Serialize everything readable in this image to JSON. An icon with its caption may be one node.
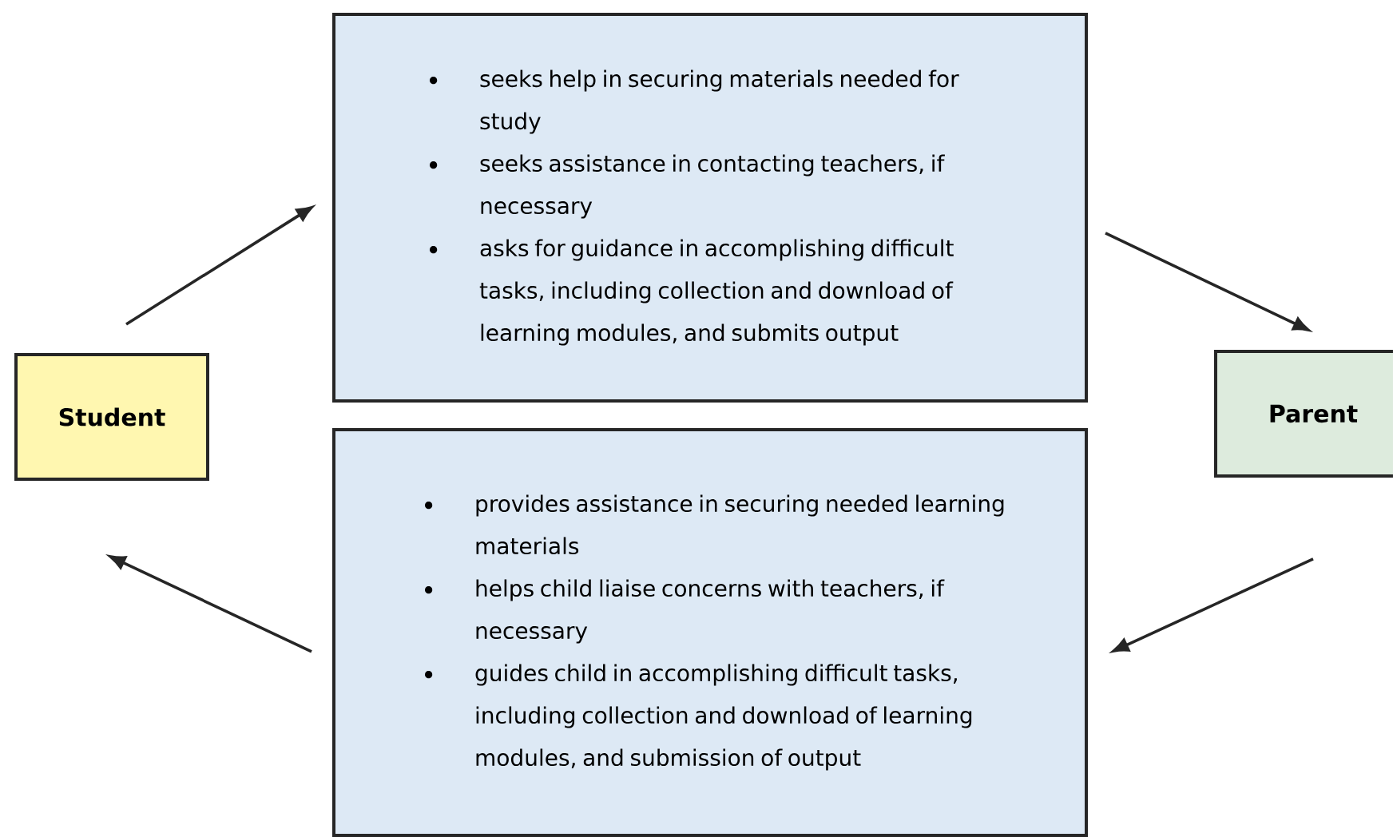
{
  "diagram": {
    "nodes": [
      {
        "text": [
          "Student"
        ]
      },
      {
        "text": [
          "seeks help in securing materials needed for study",
          "seeks assistance in contacting teachers, if necessary",
          "asks for guidance in accomplishing difficult tasks, including collection and download of learning modules, and submits output"
        ]
      },
      {
        "text": [
          "Parent"
        ]
      },
      {
        "text": [
          "provides assistance in securing needed learning materials",
          "helps child liaise concerns with teachers, if necessary",
          "guides child in accomplishing difficult tasks, including collection and download of learning modules, and submission of output"
        ]
      }
    ],
    "edges": [
      {
        "from": 0,
        "to": 1,
        "arrow": "to"
      },
      {
        "from": 1,
        "to": 2,
        "arrow": "to"
      },
      {
        "from": 2,
        "to": 3,
        "arrow": "to"
      },
      {
        "from": 3,
        "to": 0,
        "arrow": "to"
      }
    ]
  }
}
